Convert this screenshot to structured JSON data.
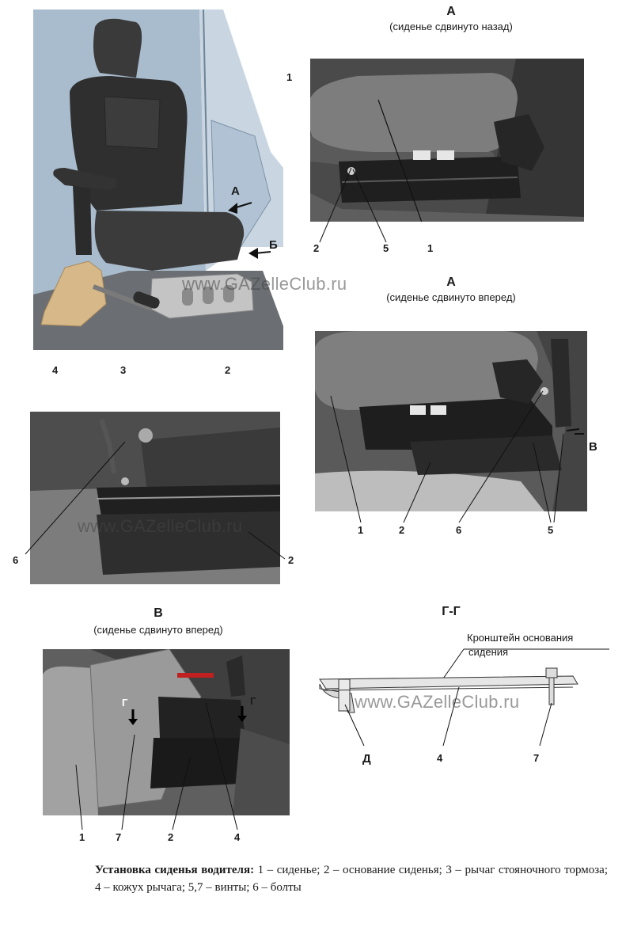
{
  "views": {
    "a_back": {
      "title": "А",
      "subtitle": "(сиденье сдвинуто назад)"
    },
    "a_front": {
      "title": "А",
      "subtitle": "(сиденье сдвинуто вперед)"
    },
    "v_front": {
      "title": "В",
      "subtitle": "(сиденье сдвинуто вперед)"
    },
    "section": {
      "title": "Г-Г",
      "bracket_label_1": "Кронштейн основания",
      "bracket_label_2": "сидения"
    }
  },
  "main_labels": {
    "a": "А",
    "b": "Б",
    "n1": "1",
    "n2": "2",
    "n3": "3",
    "n4": "4"
  },
  "a_back_labels": {
    "n2": "2",
    "n5": "5",
    "n1": "1"
  },
  "a_front_labels": {
    "n1": "1",
    "n2": "2",
    "n6": "6",
    "n5": "5",
    "v": "В"
  },
  "detail6_labels": {
    "n6": "6",
    "n2": "2"
  },
  "v_labels": {
    "g1": "Г",
    "g2": "Г",
    "n1": "1",
    "n7": "7",
    "n2": "2",
    "n4": "4"
  },
  "section_labels": {
    "d": "Д",
    "n4": "4",
    "n7": "7"
  },
  "watermark": "www.GAZelleClub.ru",
  "caption": {
    "bold": "Установка сиденья водителя:",
    "text": " 1 – сиденье; 2 – основание сиденья; 3 – рычаг стояночного тормоза; 4 – кожух рычага; 5,7 – винты; 6 – болты"
  },
  "colors": {
    "cab_blue": "#9fb3c6",
    "seat_dark": "#3a3a3a",
    "fabric": "#8c8c8c",
    "beige": "#d9b98a",
    "metal": "#b9b9b9"
  }
}
